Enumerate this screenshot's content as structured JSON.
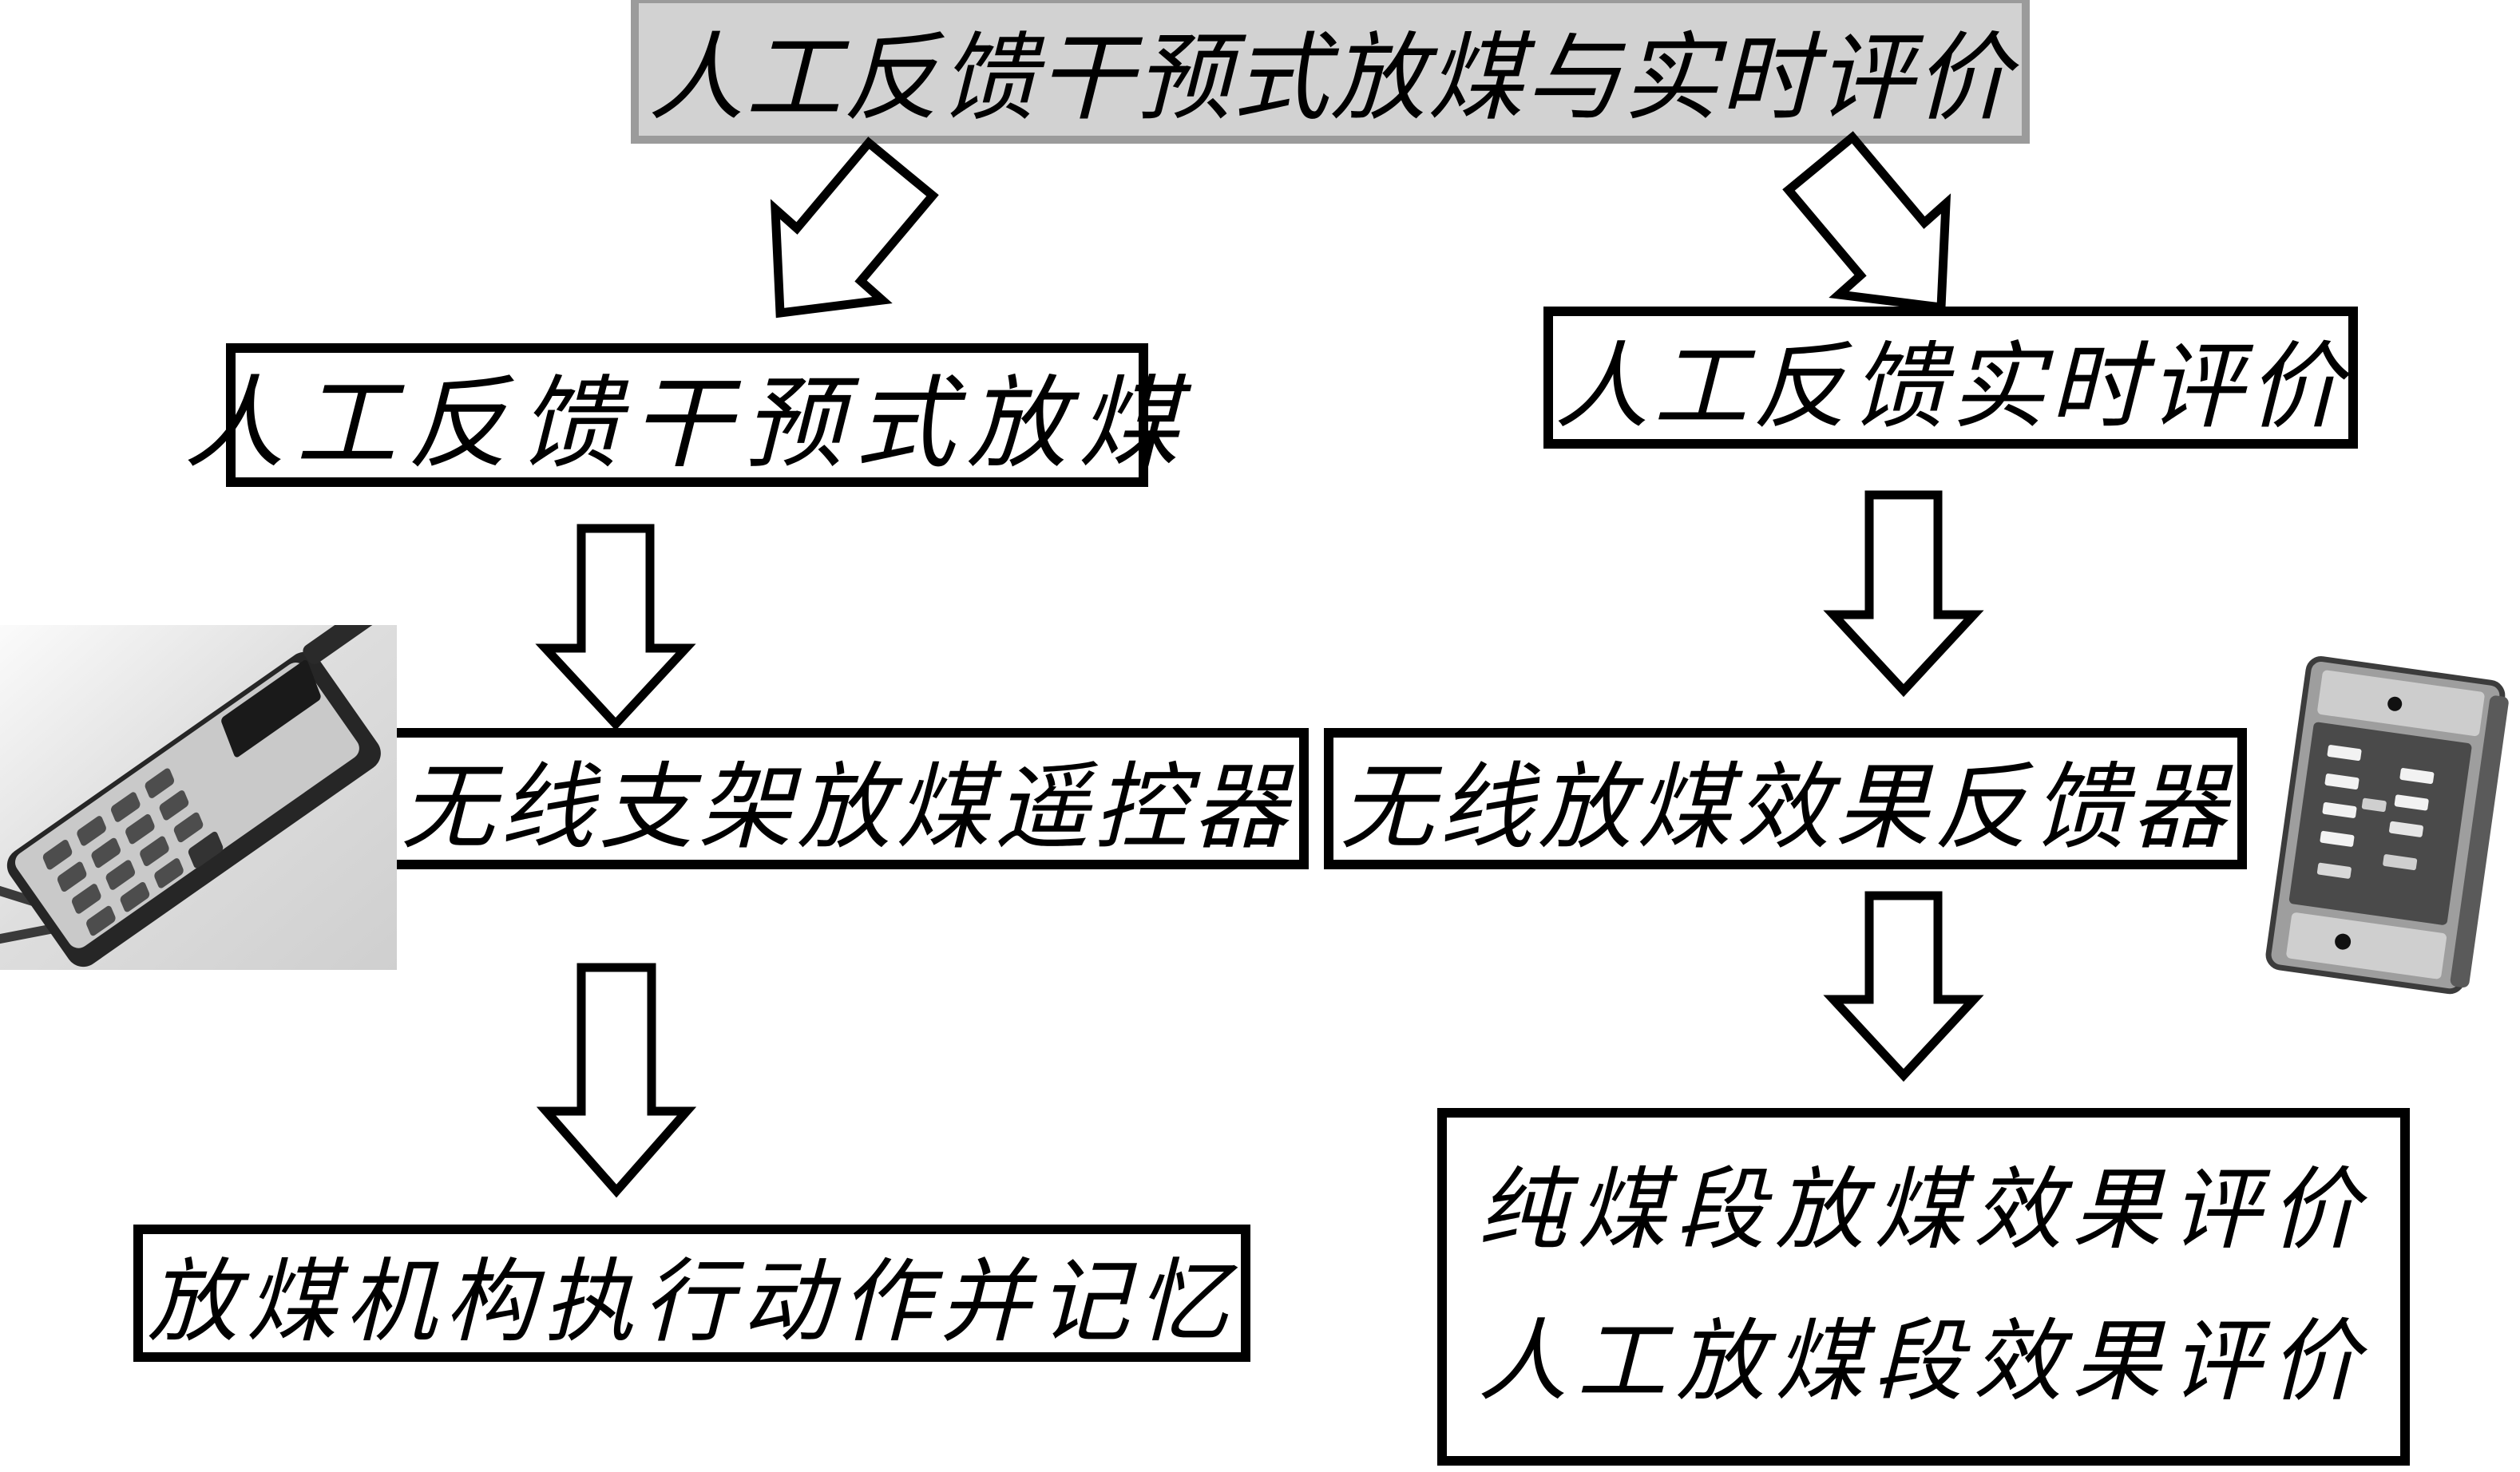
{
  "diagram": {
    "title": {
      "label": "人工反馈干预式放煤与实时评价"
    },
    "nodes": {
      "manual_feedback_caving": {
        "label": "人工反馈干预式放煤"
      },
      "manual_feedback_realtime": {
        "label": "人工反馈实时评价"
      },
      "wireless_support_remote": {
        "label": "无线支架放煤遥控器"
      },
      "wireless_effect_feedback": {
        "label": "无线放煤效果反馈器"
      },
      "caving_mechanism_action": {
        "label": "放煤机构执行动作并记忆"
      },
      "effect_evaluation": {
        "line1": "纯煤段放煤效果评价",
        "line2": "人工放煤段效果评价"
      }
    },
    "edges": [
      {
        "from": "title",
        "to": "manual_feedback_caving",
        "style": "block-arrow-diagonal-down-left"
      },
      {
        "from": "title",
        "to": "manual_feedback_realtime",
        "style": "block-arrow-diagonal-down-right"
      },
      {
        "from": "manual_feedback_caving",
        "to": "wireless_support_remote",
        "style": "block-arrow-down"
      },
      {
        "from": "manual_feedback_realtime",
        "to": "wireless_effect_feedback",
        "style": "block-arrow-down"
      },
      {
        "from": "wireless_support_remote",
        "to": "caving_mechanism_action",
        "style": "block-arrow-down"
      },
      {
        "from": "wireless_effect_feedback",
        "to": "effect_evaluation",
        "style": "block-arrow-down"
      }
    ],
    "images": {
      "left_photo": "handheld-wireless-remote-control-with-antenna",
      "right_photo": "wireless-feedback-keypad-device"
    },
    "colors": {
      "title_fill": "#d2d2d2",
      "title_border": "#9b9b9b",
      "box_border": "#000000",
      "box_fill": "#ffffff",
      "arrow_fill": "#ffffff",
      "arrow_stroke": "#000000"
    }
  }
}
